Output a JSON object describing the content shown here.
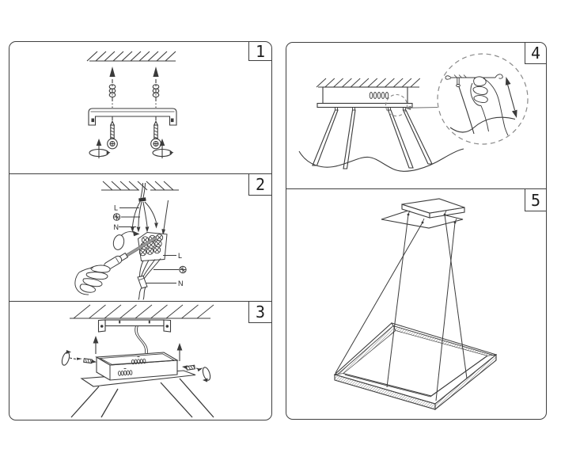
{
  "figure": {
    "background": "#ffffff",
    "line_color": "#3b3b3b"
  },
  "panels": [
    {
      "number": "1"
    },
    {
      "number": "2",
      "labels": {
        "top_L": "L",
        "top_N": "N",
        "bottom_L": "L",
        "bottom_N": "N"
      }
    },
    {
      "number": "3"
    },
    {
      "number": "4"
    },
    {
      "number": "5"
    }
  ]
}
